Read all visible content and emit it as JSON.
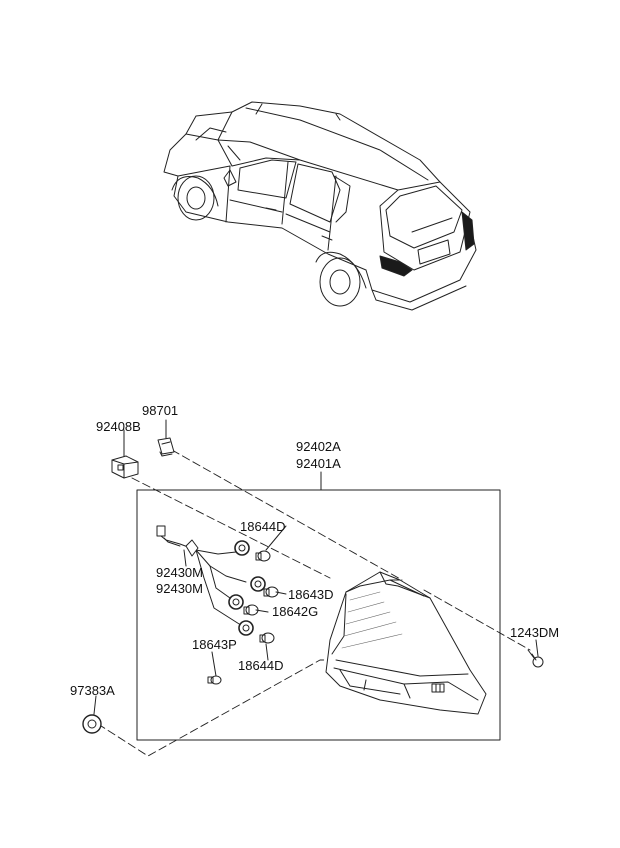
{
  "labels": {
    "p98701": "98701",
    "p92408B": "92408B",
    "p92402A": "92402A",
    "p92401A": "92401A",
    "p18644D_a": "18644D",
    "p92430M_a": "92430M",
    "p92430M_b": "92430M",
    "p18643D": "18643D",
    "p18642G": "18642G",
    "p18643P": "18643P",
    "p18644D_b": "18644D",
    "p1243DM": "1243DM",
    "p97383A": "97383A"
  }
}
